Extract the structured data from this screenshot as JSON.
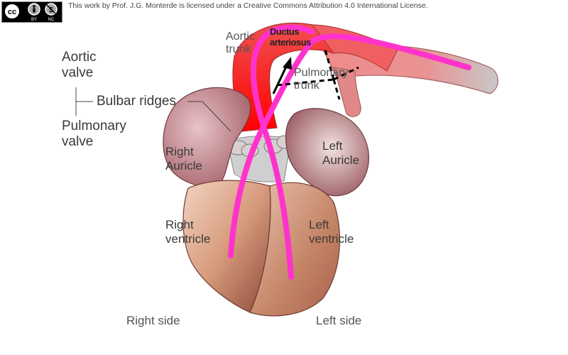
{
  "license": {
    "text": "This work by Prof. J.G. Monterde is licensed under a Creative Commons Attribution 4.0 International License.",
    "badge_parts": [
      "cc",
      "BY",
      "NC"
    ]
  },
  "labels": {
    "aortic_valve": [
      "Aortic",
      "valve"
    ],
    "bulbar_ridges": "Bulbar ridges",
    "pulmonary_valve": [
      "Pulmonary",
      "valve"
    ],
    "aortic_trunk": [
      "Aortic",
      "trunk"
    ],
    "ductus_arteriosus": [
      "Ductus",
      "arteriosus"
    ],
    "pulmonary_trunk": [
      "Pulmonary",
      "trunk"
    ],
    "right_auricle": [
      "Right",
      "Auricle"
    ],
    "left_auricle": [
      "Left",
      "Auricle"
    ],
    "right_ventricle": [
      "Right",
      "ventricle"
    ],
    "left_ventricle": [
      "Left",
      "ventricle"
    ],
    "right_side": "Right side",
    "left_side": "Left side"
  },
  "colors": {
    "aorta_red": "#f01010",
    "aorta_pink": "#f07070",
    "flow_magenta": "#ff33cc",
    "ventricle_brown": "#c48a6a",
    "auricle_mauve": "#a86a70",
    "bulb_gray": "#c8c8c8",
    "dashed_line": "#000000"
  }
}
